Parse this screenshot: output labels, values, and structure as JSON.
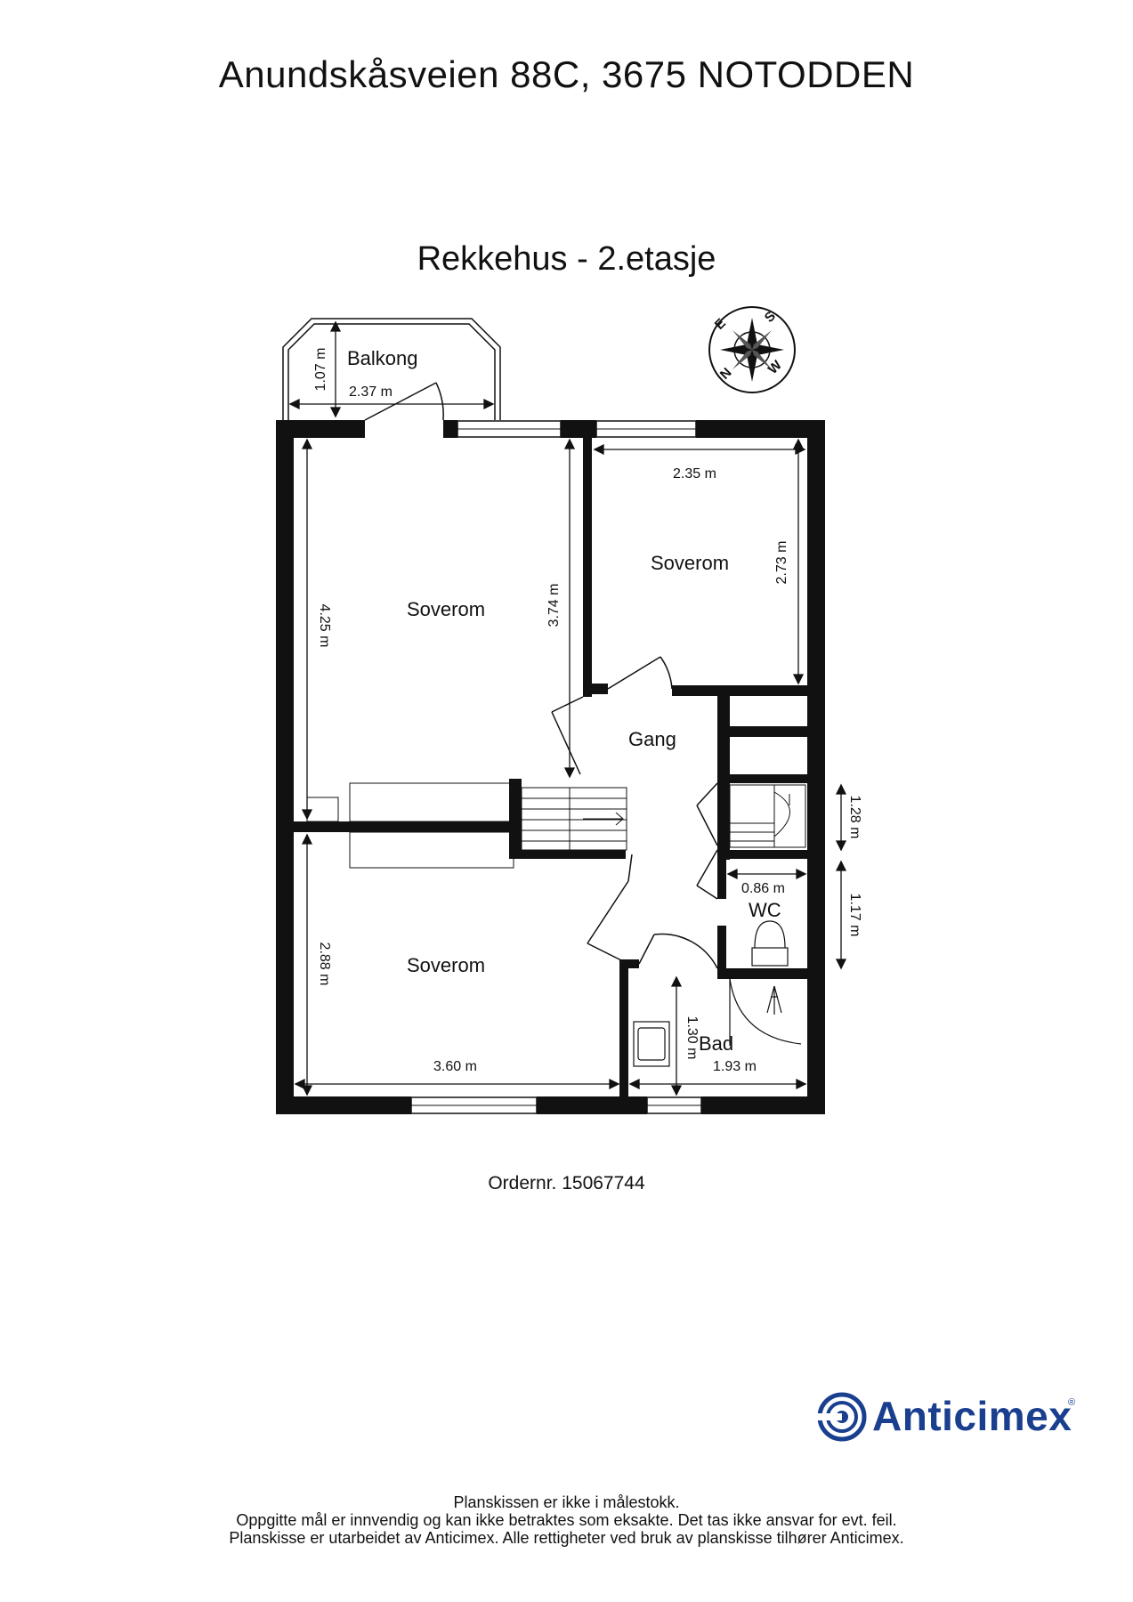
{
  "title": "Anundskåsveien 88C, 3675 NOTODDEN",
  "subtitle": "Rekkehus - 2.etasje",
  "rooms": {
    "balkong": "Balkong",
    "soverom_main": "Soverom",
    "soverom_right": "Soverom",
    "gang": "Gang",
    "soverom_bottom": "Soverom",
    "wc": "WC",
    "bad": "Bad"
  },
  "dimensions": {
    "balkong_depth": "1.07 m",
    "balkong_width": "2.37 m",
    "soverom_main_depth": "4.25 m",
    "soverom_main_inner": "3.74 m",
    "soverom_right_width": "2.35 m",
    "soverom_right_depth": "2.73 m",
    "stair_height": "1.28 m",
    "wc_width": "0.86 m",
    "wc_depth": "1.17 m",
    "soverom_bottom_depth": "2.88 m",
    "soverom_bottom_width": "3.60 m",
    "bad_depth": "1.30 m",
    "bad_width": "1.93 m"
  },
  "compass": {
    "n": "N",
    "e": "E",
    "s": "S",
    "w": "W"
  },
  "order_number": "Ordernr. 15067744",
  "brand": {
    "name": "Anticimex",
    "mark": "®",
    "color": "#1a3f8f"
  },
  "disclaimer": [
    "Planskissen er ikke i målestokk.",
    "Oppgitte mål er innvendig og kan ikke betraktes som eksakte. Det tas ikke ansvar for evt. feil.",
    "Planskisse er utarbeidet av Anticimex. Alle rettigheter ved bruk av planskisse tilhører Anticimex."
  ]
}
